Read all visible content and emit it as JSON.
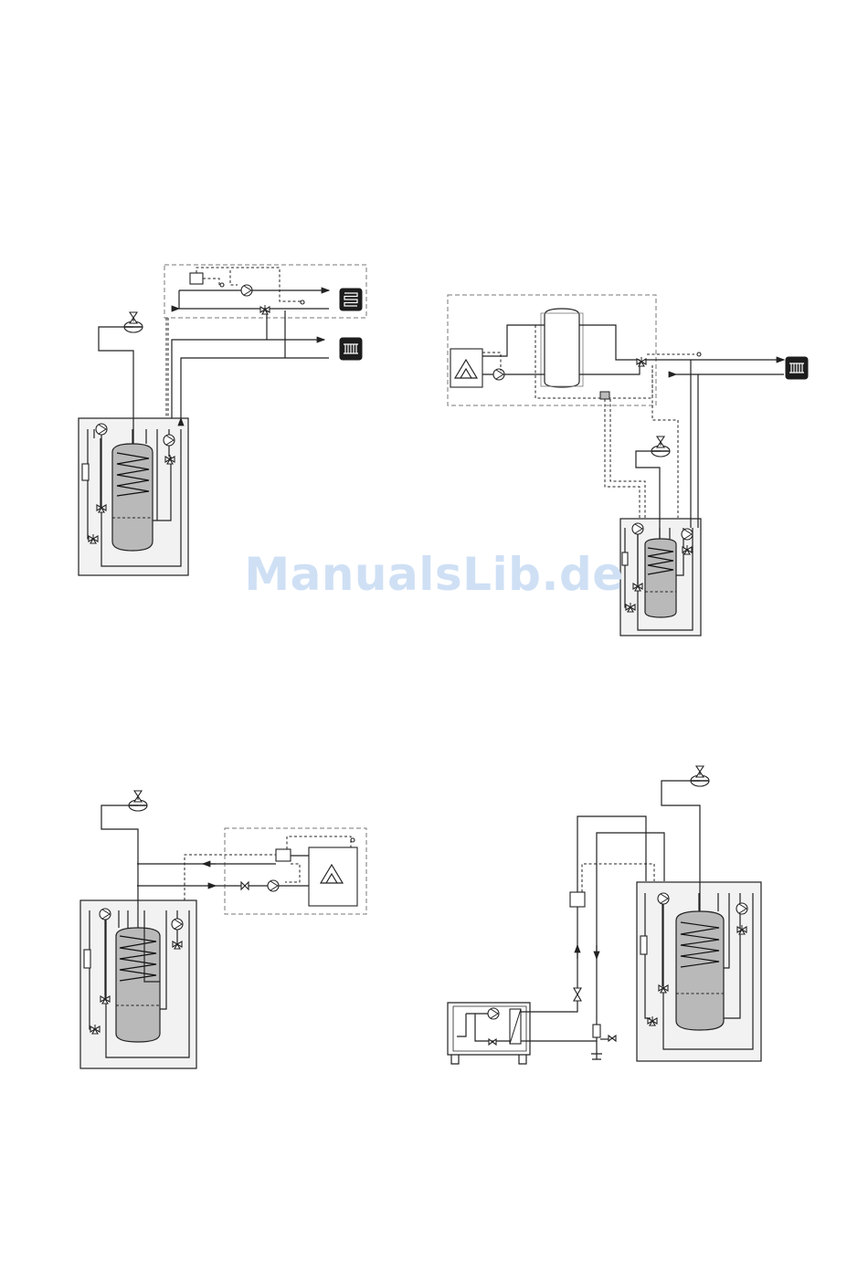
{
  "watermark": "ManualsLib.de",
  "diagrams": [
    {
      "name": "diagram-1",
      "description_components": [
        "buffer-free-system",
        "underfloor-heating",
        "radiator",
        "expansion-vessel"
      ]
    },
    {
      "name": "diagram-2",
      "description_components": [
        "solar-collector",
        "buffer-tank",
        "radiator",
        "expansion-vessel"
      ]
    },
    {
      "name": "diagram-3",
      "description_components": [
        "solar-collector",
        "pump",
        "expansion-vessel"
      ]
    },
    {
      "name": "diagram-4",
      "description_components": [
        "pool-heat-exchanger",
        "expansion-vessel"
      ]
    }
  ],
  "colors": {
    "line": "#222222",
    "tank": "#b9b9b9",
    "unit_fill": "#f2f2f2",
    "watermark": "#cfe0f5"
  }
}
